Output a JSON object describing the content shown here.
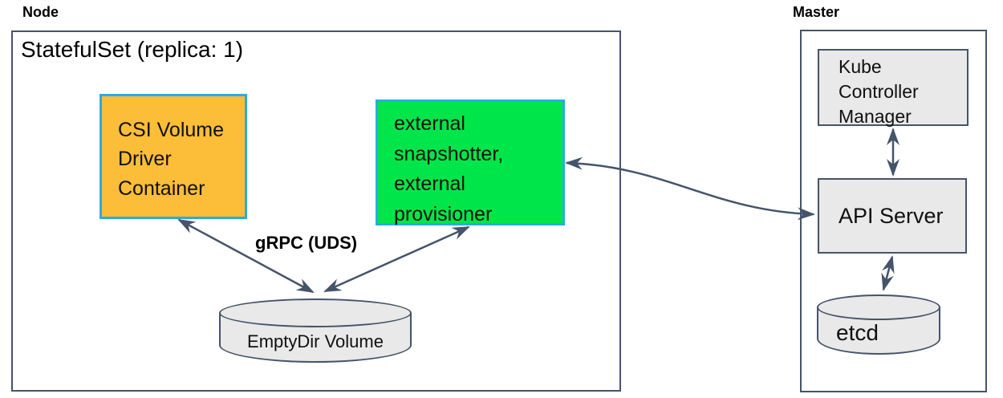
{
  "node": {
    "label": "Node",
    "statefulset_label": "StatefulSet (replica: 1)",
    "csi_driver_label": "CSI Volume\nDriver\nContainer",
    "sidecars_label": "external\nsnapshotter,\nexternal\nprovisioner",
    "grpc_label": "gRPC (UDS)",
    "emptydir_label": "EmptyDir Volume"
  },
  "master": {
    "label": "Master",
    "kcm_label": "Kube\nController\nManager",
    "api_server_label": "API Server",
    "etcd_label": "etcd"
  },
  "colors": {
    "csi_box_fill": "#FCBD38",
    "sidecars_box_fill": "#00E64A",
    "highlight_border": "#29ABE2",
    "gray_fill": "#E9E9E9",
    "line": "#44546A"
  }
}
